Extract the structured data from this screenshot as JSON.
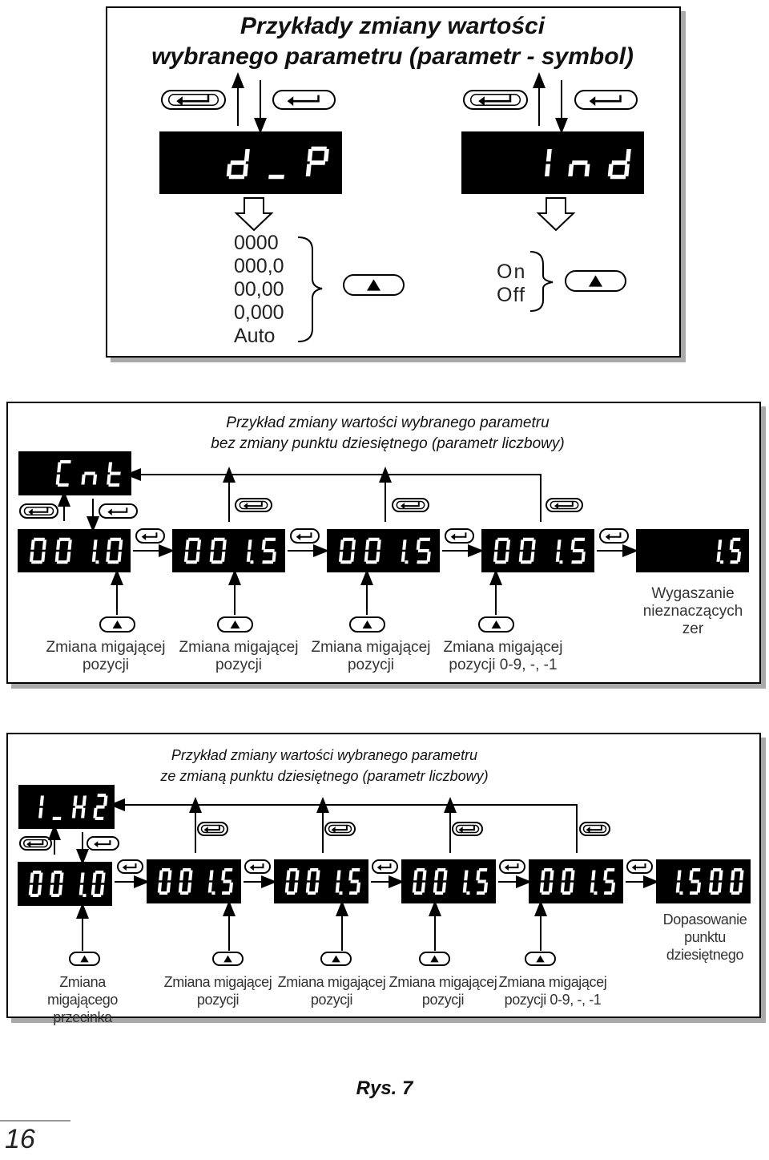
{
  "top": {
    "title_line1": "Przykłady zmiany wartości",
    "title_line2": "wybranego parametru (parametr - symbol)",
    "display_left": "d_P",
    "display_right": "Ind",
    "options_left": [
      "0000",
      "000,0",
      "00,00",
      "0,000",
      "Auto"
    ],
    "options_right": [
      "On",
      "Off"
    ]
  },
  "middle": {
    "title_line1": "Przykład zmiany wartości wybranego parametru",
    "title_line2": "bez zmiany punktu dziesiętnego (parametr liczbowy)",
    "param_display": "Cnt",
    "displays": [
      "00 1.0",
      "00 1.5",
      "00 1.5",
      "00 1.5",
      "1.5"
    ],
    "labels": [
      [
        "Zmiana migającej",
        "pozycji"
      ],
      [
        "Zmiana migającej",
        "pozycji"
      ],
      [
        "Zmiana migającej",
        "pozycji"
      ],
      [
        "Zmiana migającej",
        "pozycji 0-9, -, -1"
      ]
    ],
    "end_label": [
      "Wygaszanie",
      "nieznaczących",
      "zer"
    ]
  },
  "bottom": {
    "title_line1": "Przykład zmiany wartości wybranego parametru",
    "title_line2": "ze zmianą punktu dziesiętnego (parametr liczbowy)",
    "param_display": "I_H2",
    "displays": [
      "00 1.0",
      "00 1.5",
      "00 1.5",
      "00 1.5",
      "00 1.5",
      "1.500"
    ],
    "labels": [
      [
        "Zmiana migającego",
        "przecinka"
      ],
      [
        "Zmiana migającej",
        "pozycji"
      ],
      [
        "Zmiana migającej",
        "pozycji"
      ],
      [
        "Zmiana migającej",
        "pozycji"
      ],
      [
        "Zmiana migającej",
        "pozycji 0-9, -, -1"
      ]
    ],
    "end_label": [
      "Dopasowanie",
      "punktu",
      "dziesiętnego"
    ]
  },
  "figure_caption": "Rys. 7",
  "page_number": "16",
  "colors": {
    "display_bg": "#000000",
    "segment": "#ffffff",
    "shadow": "#a9a9a9"
  }
}
